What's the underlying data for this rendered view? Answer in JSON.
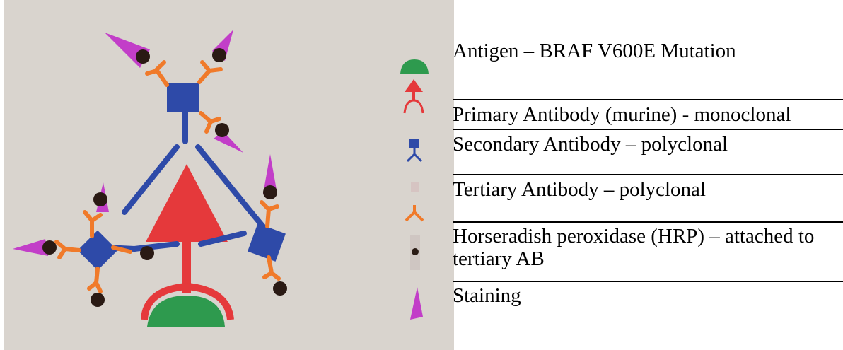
{
  "legend": {
    "items": [
      {
        "label": "Antigen – BRAF V600E Mutation",
        "symbol": "antigen-dome"
      },
      {
        "label": "Primary Antibody (murine) - monoclonal",
        "symbol": "primary-antibody"
      },
      {
        "label": "Secondary Antibody – polyclonal",
        "symbol": "secondary-antibody"
      },
      {
        "label": "Tertiary Antibody – polyclonal",
        "symbol": "tertiary-antibody"
      },
      {
        "label": "Horseradish peroxidase (HRP) – attached to tertiary AB",
        "symbol": "hrp-dot"
      },
      {
        "label": "Staining",
        "symbol": "staining-cone"
      }
    ]
  },
  "colors": {
    "antigen": "#2e9a4e",
    "primary_antibody": "#e5393b",
    "secondary_antibody": "#2e4aa8",
    "tertiary_antibody": "#f07a2a",
    "hrp": "#2a1a14",
    "staining": "#c23ec8",
    "paper": "#d8d3cd"
  }
}
